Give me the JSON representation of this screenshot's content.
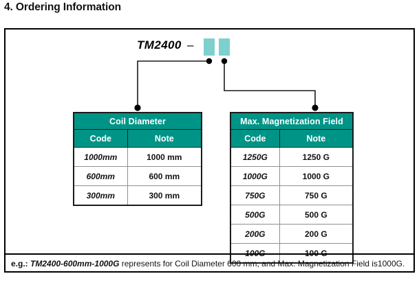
{
  "section": {
    "title": "4. Ordering Information"
  },
  "part_number": {
    "base": "TM2400",
    "separator": "–",
    "slots": [
      {
        "name": "coil-diameter-slot",
        "color": "#7ed0ce"
      },
      {
        "name": "magnetization-field-slot",
        "color": "#7ed0ce"
      }
    ]
  },
  "colors": {
    "header_teal": "#009487",
    "slot_teal": "#7ed0ce",
    "frame": "#000000",
    "grid": "#8f8f8f"
  },
  "tables": [
    {
      "id": "coil-diameter",
      "group_header": "Coil Diameter",
      "columns": [
        "Code",
        "Note"
      ],
      "rows": [
        {
          "code": "1000mm",
          "note": "1000 mm"
        },
        {
          "code": "600mm",
          "note": "600 mm"
        },
        {
          "code": "300mm",
          "note": "300 mm"
        }
      ]
    },
    {
      "id": "magnetization-field",
      "group_header": "Max. Magnetization Field",
      "columns": [
        "Code",
        "Note"
      ],
      "rows": [
        {
          "code": "1250G",
          "note": "1250 G"
        },
        {
          "code": "1000G",
          "note": "1000 G"
        },
        {
          "code": "750G",
          "note": "750 G"
        },
        {
          "code": "500G",
          "note": "500 G"
        },
        {
          "code": "200G",
          "note": "200 G"
        },
        {
          "code": "100G",
          "note": "100 G"
        }
      ]
    }
  ],
  "footer": {
    "label": "e.g.:",
    "example": "TM2400-600mm-1000G",
    "rest": "represents for Coil Diameter 600 mm, and Max. Magnetization Field is1000G."
  }
}
